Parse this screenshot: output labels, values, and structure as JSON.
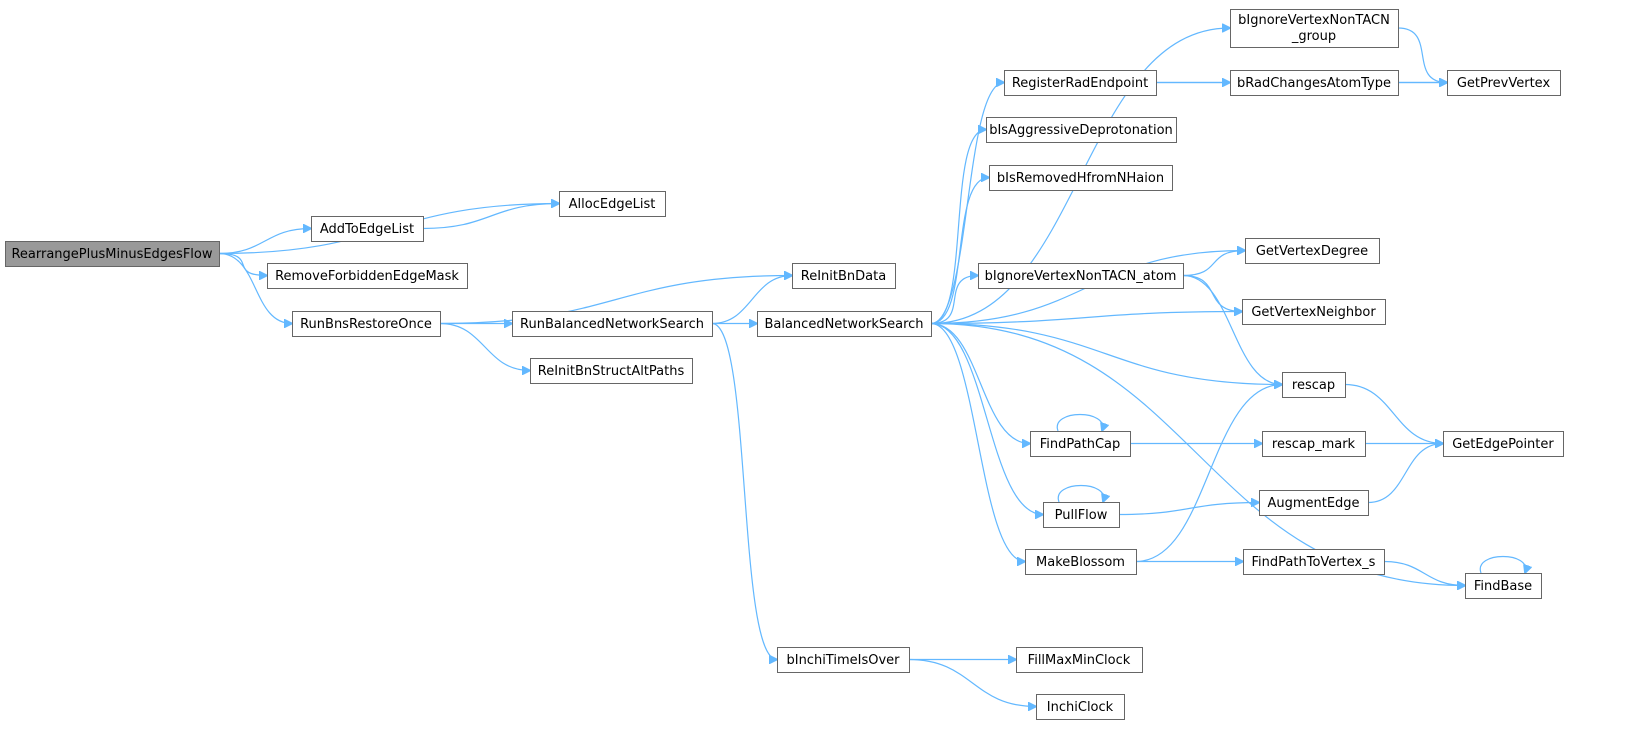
{
  "colors": {
    "edge": "#63b8ff",
    "node_border": "#666666",
    "node_fill": "#ffffff",
    "root_fill": "#999999"
  },
  "nodes": [
    {
      "id": "n_root",
      "label": "RearrangePlusMinusEdgesFlow",
      "root": true
    },
    {
      "id": "n_alloc",
      "label": "AllocEdgeList"
    },
    {
      "id": "n_addto",
      "label": "AddToEdgeList"
    },
    {
      "id": "n_removeforb",
      "label": "RemoveForbiddenEdgeMask"
    },
    {
      "id": "n_runbns",
      "label": "RunBnsRestoreOnce"
    },
    {
      "id": "n_reinitbn",
      "label": "ReInitBnData"
    },
    {
      "id": "n_runbal",
      "label": "RunBalancedNetworkSearch"
    },
    {
      "id": "n_reinitalt",
      "label": "ReInitBnStructAltPaths"
    },
    {
      "id": "n_balanced",
      "label": "BalancedNetworkSearch"
    },
    {
      "id": "n_inchitime",
      "label": "bInchiTimeIsOver"
    },
    {
      "id": "n_fillmax",
      "label": "FillMaxMinClock"
    },
    {
      "id": "n_inchiclock",
      "label": "InchiClock"
    },
    {
      "id": "n_ignoregrp",
      "label": "bIgnoreVertexNonTACN_group",
      "lines": [
        "bIgnoreVertexNonTACN",
        "_group"
      ]
    },
    {
      "id": "n_regrad",
      "label": "RegisterRadEndpoint"
    },
    {
      "id": "n_radchanges",
      "label": "bRadChangesAtomType"
    },
    {
      "id": "n_getprev",
      "label": "GetPrevVertex"
    },
    {
      "id": "n_aggr",
      "label": "bIsAggressiveDeprotonation"
    },
    {
      "id": "n_removedh",
      "label": "bIsRemovedHfromNHaion"
    },
    {
      "id": "n_getdeg",
      "label": "GetVertexDegree"
    },
    {
      "id": "n_ignoreatom",
      "label": "bIgnoreVertexNonTACN_atom"
    },
    {
      "id": "n_getneigh",
      "label": "GetVertexNeighbor"
    },
    {
      "id": "n_rescap",
      "label": "rescap"
    },
    {
      "id": "n_findpath",
      "label": "FindPathCap"
    },
    {
      "id": "n_rescapmark",
      "label": "rescap_mark"
    },
    {
      "id": "n_getedge",
      "label": "GetEdgePointer"
    },
    {
      "id": "n_pullflow",
      "label": "PullFlow"
    },
    {
      "id": "n_augment",
      "label": "AugmentEdge"
    },
    {
      "id": "n_makeblossom",
      "label": "MakeBlossom"
    },
    {
      "id": "n_findvertex",
      "label": "FindPathToVertex_s"
    },
    {
      "id": "n_findbase",
      "label": "FindBase"
    }
  ],
  "edges": [
    [
      "n_root",
      "n_alloc"
    ],
    [
      "n_root",
      "n_addto"
    ],
    [
      "n_root",
      "n_removeforb"
    ],
    [
      "n_root",
      "n_runbns"
    ],
    [
      "n_addto",
      "n_alloc"
    ],
    [
      "n_runbns",
      "n_reinitbn"
    ],
    [
      "n_runbns",
      "n_runbal"
    ],
    [
      "n_runbns",
      "n_reinitalt"
    ],
    [
      "n_runbal",
      "n_reinitbn"
    ],
    [
      "n_runbal",
      "n_balanced"
    ],
    [
      "n_runbal",
      "n_inchitime"
    ],
    [
      "n_inchitime",
      "n_fillmax"
    ],
    [
      "n_inchitime",
      "n_inchiclock"
    ],
    [
      "n_balanced",
      "n_ignoregrp"
    ],
    [
      "n_balanced",
      "n_regrad"
    ],
    [
      "n_balanced",
      "n_aggr"
    ],
    [
      "n_balanced",
      "n_removedh"
    ],
    [
      "n_balanced",
      "n_getdeg"
    ],
    [
      "n_balanced",
      "n_ignoreatom"
    ],
    [
      "n_balanced",
      "n_getneigh"
    ],
    [
      "n_balanced",
      "n_rescap"
    ],
    [
      "n_balanced",
      "n_findpath"
    ],
    [
      "n_balanced",
      "n_pullflow"
    ],
    [
      "n_balanced",
      "n_makeblossom"
    ],
    [
      "n_balanced",
      "n_findbase"
    ],
    [
      "n_ignoregrp",
      "n_getprev"
    ],
    [
      "n_regrad",
      "n_radchanges"
    ],
    [
      "n_regrad",
      "n_getprev"
    ],
    [
      "n_radchanges",
      "n_getprev"
    ],
    [
      "n_ignoreatom",
      "n_getdeg"
    ],
    [
      "n_ignoreatom",
      "n_getneigh"
    ],
    [
      "n_ignoreatom",
      "n_rescap"
    ],
    [
      "n_rescap",
      "n_getedge"
    ],
    [
      "n_findpath",
      "n_findpath"
    ],
    [
      "n_findpath",
      "n_rescapmark"
    ],
    [
      "n_rescapmark",
      "n_getedge"
    ],
    [
      "n_pullflow",
      "n_pullflow"
    ],
    [
      "n_pullflow",
      "n_augment"
    ],
    [
      "n_augment",
      "n_getedge"
    ],
    [
      "n_makeblossom",
      "n_rescap"
    ],
    [
      "n_makeblossom",
      "n_findvertex"
    ],
    [
      "n_findvertex",
      "n_findbase"
    ],
    [
      "n_findbase",
      "n_findbase"
    ]
  ]
}
